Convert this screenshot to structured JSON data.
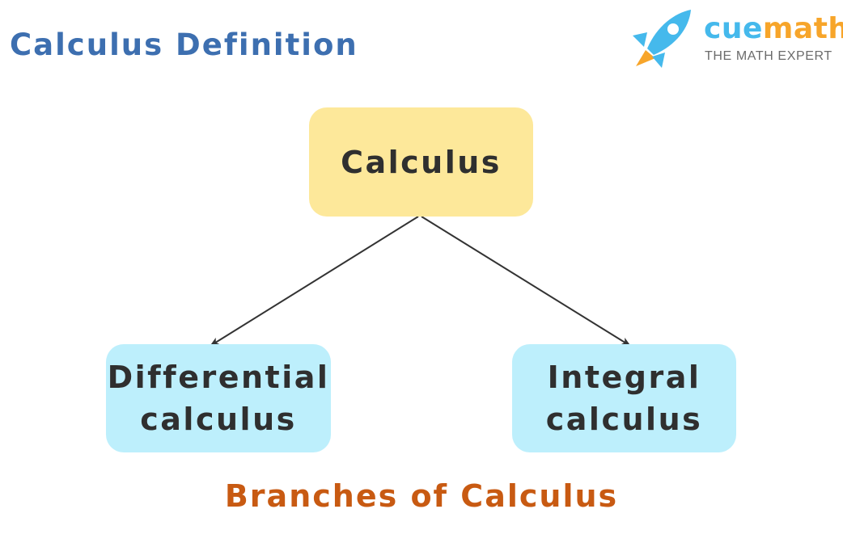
{
  "title": "Calculus Definition",
  "logo": {
    "brand_part1": "cue",
    "brand_part2": "math",
    "tagline": "THE MATH EXPERT",
    "brand_color_blue": "#45b9ec",
    "brand_color_orange": "#f7a52a",
    "icon": "rocket-icon"
  },
  "diagram": {
    "root": {
      "label": "Calculus",
      "color": "#fde89a"
    },
    "branches": [
      {
        "line1": "Differential",
        "line2": "calculus",
        "color": "#bdeffc"
      },
      {
        "line1": "Integral",
        "line2": "calculus",
        "color": "#bdeffc"
      }
    ],
    "caption": "Branches of Calculus"
  }
}
